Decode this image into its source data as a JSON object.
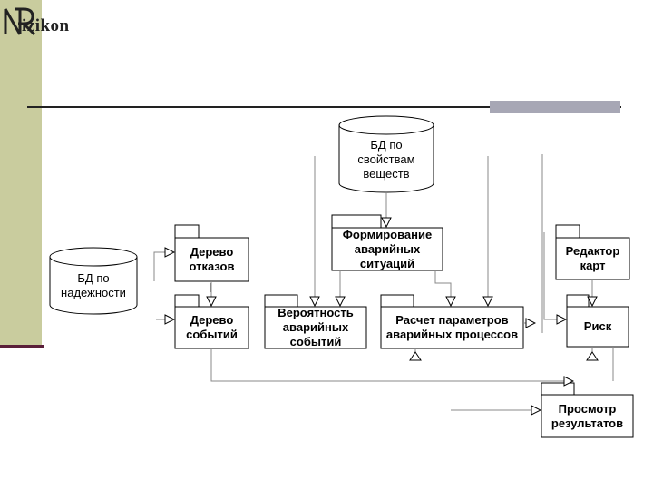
{
  "logo": {
    "text": "izikon"
  },
  "databases": {
    "substances": "БД по свойствам веществ",
    "reliability": "БД по надежности"
  },
  "modules": {
    "scenario_formation": "Формирование аварийных ситуаций",
    "fault_tree": "Дерево отказов",
    "event_tree": "Дерево событий",
    "event_probability": "Вероятность аварийных событий",
    "process_calculation": "Расчет параметров аварийных процессов",
    "map_editor": "Редактор карт",
    "risk": "Риск",
    "results_view": "Просмотр результатов"
  }
}
